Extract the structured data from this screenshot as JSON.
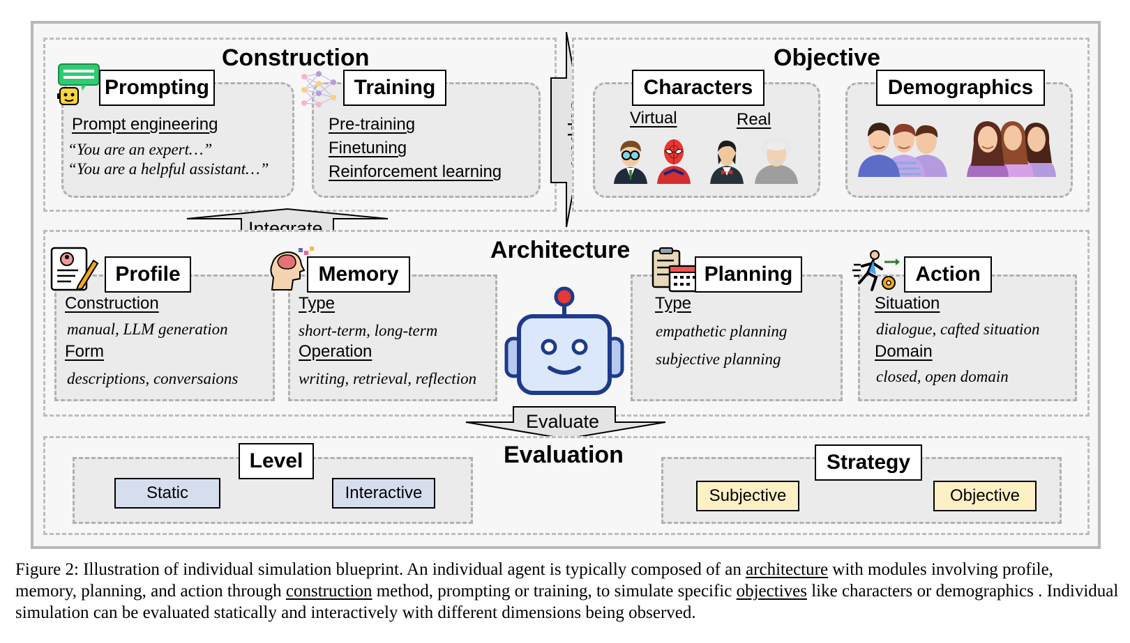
{
  "construction": {
    "title": "Construction",
    "prompting": {
      "label": "Prompting",
      "item": "Prompt engineering",
      "examples": [
        "“You are an expert…”",
        "“You are a helpful assistant…”"
      ]
    },
    "training": {
      "label": "Training",
      "items": [
        "Pre-training",
        "Finetuning",
        "Reinforcement learning"
      ]
    }
  },
  "support_label": "Support",
  "objective": {
    "title": "Objective",
    "characters": {
      "label": "Characters",
      "virtual": "Virtual",
      "real": "Real"
    },
    "demographics": {
      "label": "Demographics"
    }
  },
  "integrate_label": "Integrate",
  "architecture": {
    "title": "Architecture",
    "profile": {
      "label": "Profile",
      "construction": "Construction",
      "construction_detail": "manual, LLM generation",
      "form": "Form",
      "form_detail": "descriptions, conversaions"
    },
    "memory": {
      "label": "Memory",
      "type": "Type",
      "type_detail": "short-term, long-term",
      "operation": "Operation",
      "operation_detail": "writing, retrieval, reflection"
    },
    "planning": {
      "label": "Planning",
      "type": "Type",
      "details": [
        "empathetic planning",
        "subjective planning"
      ]
    },
    "action": {
      "label": "Action",
      "situation": "Situation",
      "situation_detail": "dialogue, cafted situation",
      "domain": "Domain",
      "domain_detail": "closed, open domain"
    }
  },
  "evaluate_label": "Evaluate",
  "evaluation": {
    "title": "Evaluation",
    "level": {
      "label": "Level",
      "options": [
        "Static",
        "Interactive"
      ]
    },
    "strategy": {
      "label": "Strategy",
      "options": [
        "Subjective",
        "Objective"
      ]
    }
  },
  "caption": {
    "p1": "Figure 2: Illustration of individual simulation blueprint. An individual agent is typically composed of an ",
    "u1": "architecture",
    "p2": " with modules involving profile, memory, planning, and action through ",
    "u2": "construction",
    "p3": " method, prompting or training, to simulate specific ",
    "u3": "objectives",
    "p4": " like characters or demographics . Individual simulation can be evaluated statically and interactively with different dimensions being observed."
  },
  "colors": {
    "chip_blue": "#d6deee",
    "chip_yellow": "#fdf0c4",
    "robot_blue": "#1e3a8a",
    "robot_light": "#dbe7fb",
    "antenna_red": "#e53935"
  },
  "icons": [
    "chat-robot-icon",
    "neural-network-icon",
    "profile-edit-icon",
    "brain-icon",
    "robot-icon",
    "calendar-checklist-icon",
    "running-gear-icon",
    "person-glasses-icon",
    "spider-hero-icon",
    "bowtie-man-icon",
    "old-scientist-icon",
    "male-group-icon",
    "female-group-icon"
  ]
}
